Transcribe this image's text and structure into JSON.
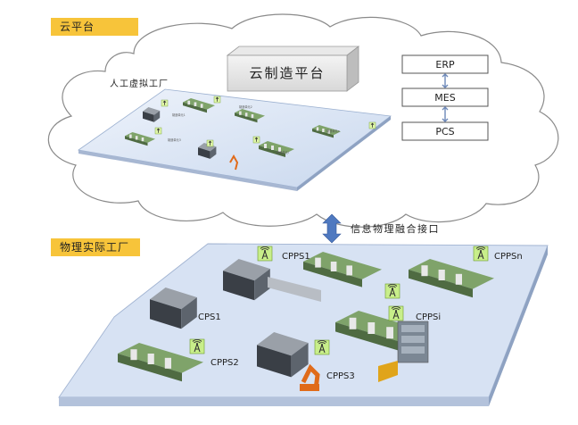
{
  "cloud_tag": "云平台",
  "physical_tag": "物理实际工厂",
  "cloud_manufacturing_platform": "云制造平台",
  "virtual_factory_label": "人工虚拟工厂",
  "systems": [
    "ERP",
    "MES",
    "PCS"
  ],
  "interface_label": "信息物理融合接口",
  "cells": {
    "cps1": "CPS1",
    "cpps1": "CPPS1",
    "cpps2": "CPPS2",
    "cpps3": "CPPS3",
    "cppsi": "CPPSi",
    "cppsn": "CPPSn"
  },
  "virtual_cell_labels": [
    "制造单元1",
    "制造单元2",
    "制造单元3",
    "制造单元i",
    "制造单元n"
  ],
  "icons": {
    "wireless": "wireless-tower-icon",
    "virtual_marker": "up-arrow-marker-icon"
  },
  "colors": {
    "tag_fill": "#f7c43a",
    "platform_top": "#dbe6f4",
    "platform_side": "#8ea2c2",
    "arrow": "#4f79c0",
    "wireless_bg": "#c8ee8a"
  }
}
